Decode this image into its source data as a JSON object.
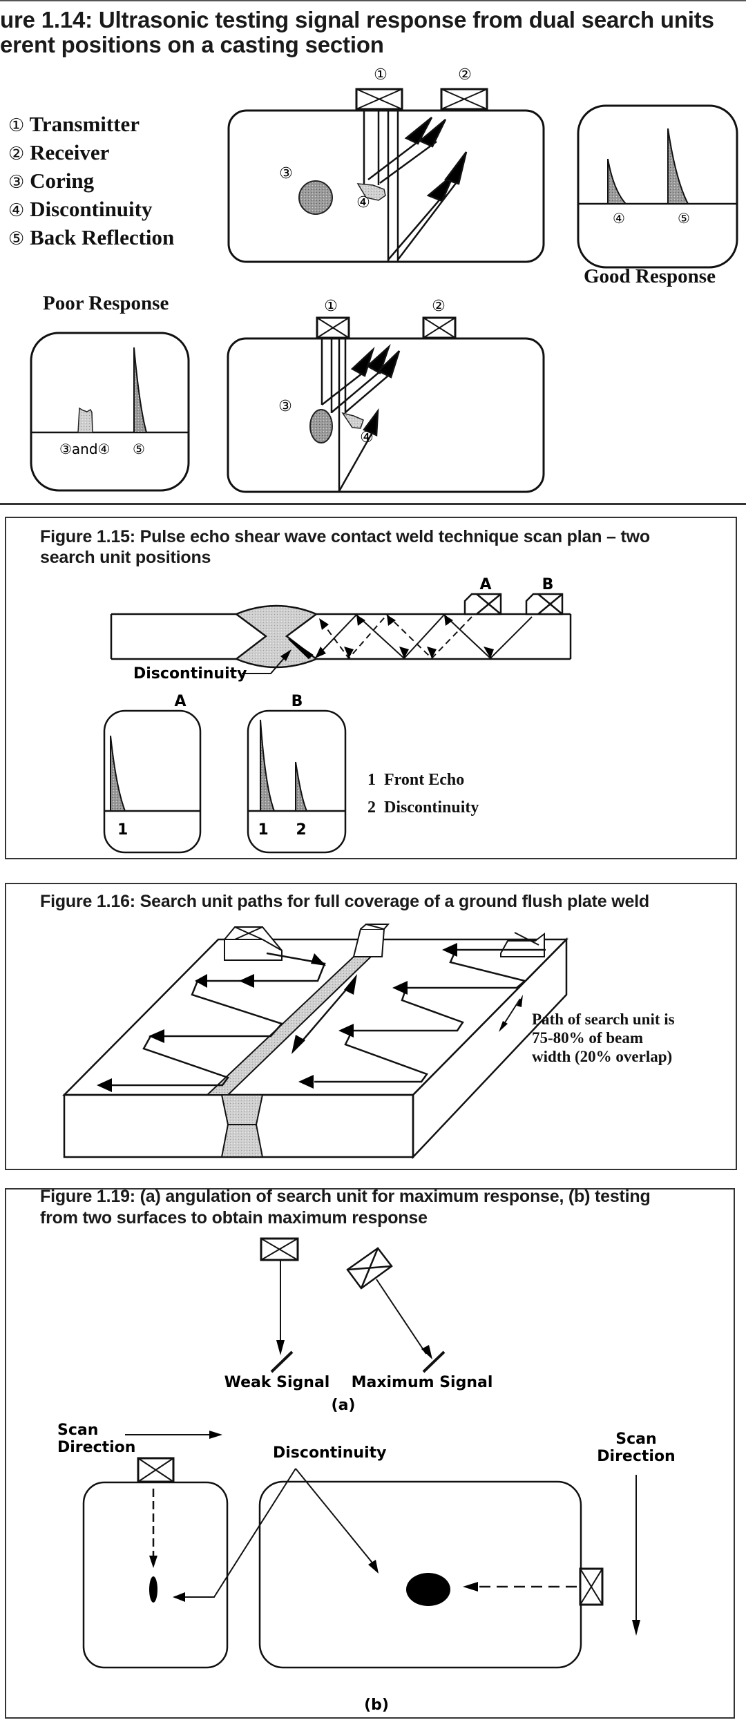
{
  "figures": {
    "fig_1_14": {
      "title_line1": "ure 1.14: Ultrasonic testing signal response from dual search units",
      "title_line2": "erent positions on a casting section",
      "legend": [
        {
          "marker": "①",
          "label": "Transmitter"
        },
        {
          "marker": "②",
          "label": "Receiver"
        },
        {
          "marker": "③",
          "label": "Coring"
        },
        {
          "marker": "④",
          "label": "Discontinuity"
        },
        {
          "marker": "⑤",
          "label": "Back Reflection"
        }
      ],
      "markers": {
        "m1": "①",
        "m2": "②",
        "m3": "③",
        "m4": "④",
        "m5": "⑤",
        "m34": "③and④"
      },
      "good_response_label": "Good Response",
      "poor_response_label": "Poor Response"
    },
    "fig_1_15": {
      "title_line1": "Figure 1.15: Pulse echo shear wave contact weld technique scan plan – two",
      "title_line2": "search unit positions",
      "probe_a": "A",
      "probe_b": "B",
      "discontinuity_label": "Discontinuity",
      "screen_a_label": "A",
      "screen_b_label": "B",
      "peak_1": "1",
      "peak_2": "2",
      "legend": [
        {
          "num": "1",
          "label": "Front Echo"
        },
        {
          "num": "2",
          "label": "Discontinuity"
        }
      ]
    },
    "fig_1_16": {
      "title": "Figure 1.16: Search unit paths for full coverage of a ground flush plate weld",
      "annotation_line1": "Path of search unit is",
      "annotation_line2": "75-80% of beam",
      "annotation_line3": "width (20% overlap)"
    },
    "fig_1_19": {
      "title_line1": "Figure 1.19: (a) angulation of search unit for maximum response, (b) testing",
      "title_line2": "from two surfaces to obtain maximum response",
      "weak_signal": "Weak Signal",
      "maximum_signal": "Maximum Signal",
      "part_a": "(a)",
      "part_b": "(b)",
      "scan_direction_line1": "Scan",
      "scan_direction_line2": "Direction",
      "discontinuity_label": "Discontinuity"
    }
  }
}
